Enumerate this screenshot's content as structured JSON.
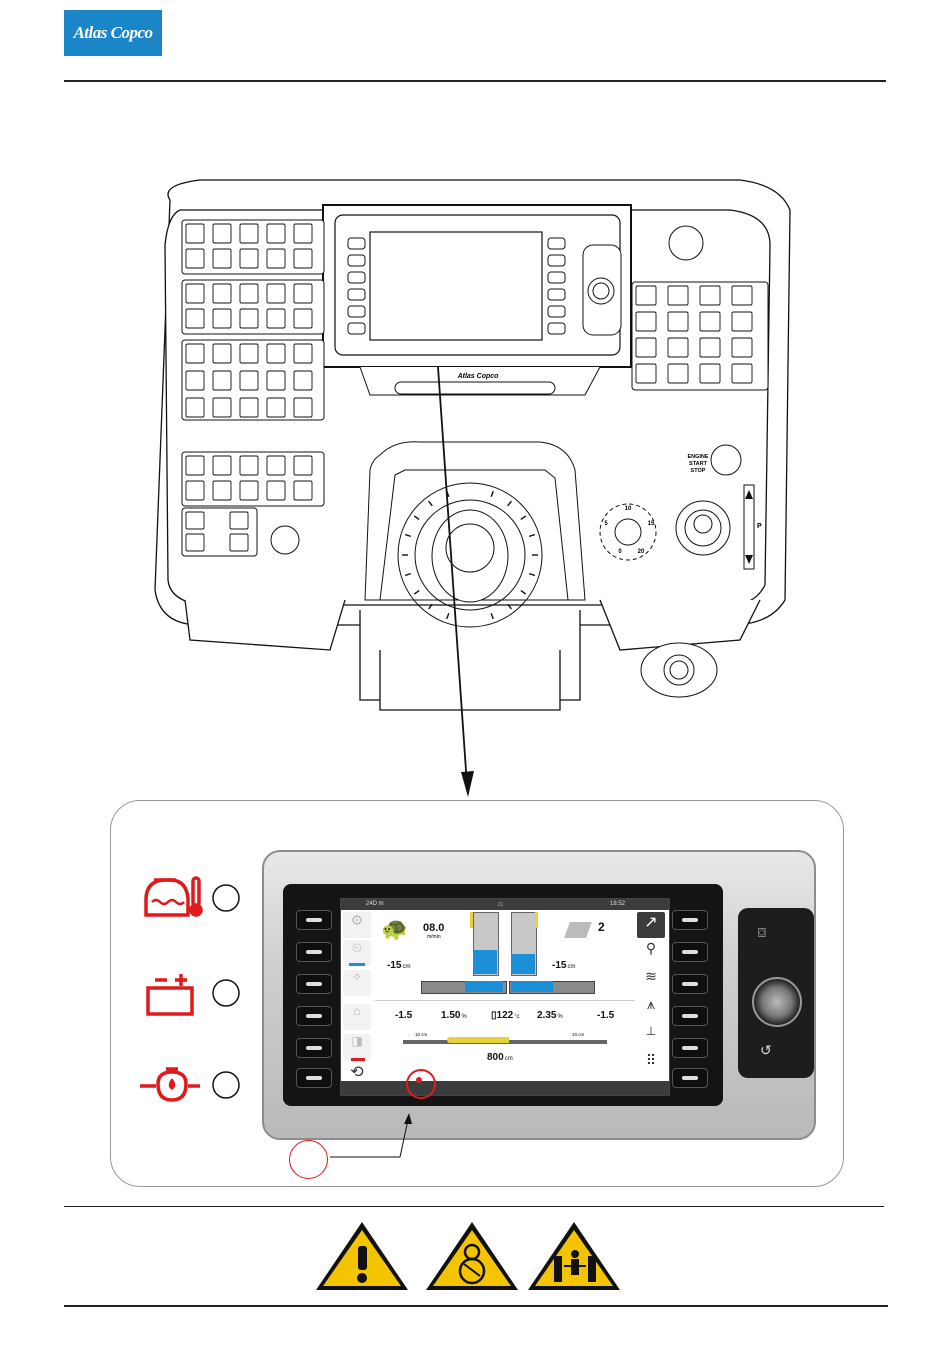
{
  "header": {
    "logo_text": "Atlas Copco"
  },
  "console": {
    "screen_brand": "Atlas Copco",
    "engine_button_label": [
      "ENGINE",
      "START",
      "STOP"
    ],
    "dial_ticks": [
      "5",
      "10",
      "15",
      "0",
      "20"
    ],
    "park_label": "P"
  },
  "display": {
    "top_left": "24D m",
    "top_right": "18:52",
    "speed_value": "08.0",
    "speed_unit": "m/min",
    "left_height": "-15",
    "left_height_unit": "cm",
    "right_height": "-15",
    "right_height_unit": "cm",
    "layer_count": "2",
    "slope_left": "-1.5",
    "crown_left": "1.50",
    "crown_left_unit": "%",
    "temperature": "122",
    "temperature_unit": "°c",
    "crown_right": "2.35",
    "crown_right_unit": "%",
    "slope_right": "-1.5",
    "ext_left": "10 cm",
    "ext_right": "10 cm",
    "width_value": "800",
    "width_unit": "cm"
  },
  "warning_lamps": [
    {
      "name": "engine-temperature",
      "color": "#e0191b"
    },
    {
      "name": "battery-charge",
      "color": "#e0191b"
    },
    {
      "name": "oil-pressure",
      "color": "#e0191b"
    }
  ],
  "colors": {
    "brand_blue": "#1a86c8",
    "alarm_red": "#e0191b",
    "screen_blue": "#1b8fd8",
    "mat_yellow": "#e8d23a",
    "safety_yellow": "#f4c400"
  },
  "safety_signs": [
    "warning-general",
    "crush-hazard-rotating",
    "crush-hazard-body"
  ]
}
